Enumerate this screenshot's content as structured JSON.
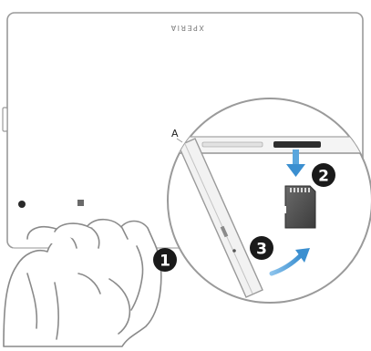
{
  "device": {
    "logo_text": "XPERIA",
    "zoom_marker": "A"
  },
  "steps": [
    {
      "number": "1",
      "action": "open-slot-cover"
    },
    {
      "number": "2",
      "action": "insert-memory-card"
    },
    {
      "number": "3",
      "action": "close-slot-cover"
    }
  ],
  "colors": {
    "outline": "#9a9a9a",
    "device_fill": "#ffffff",
    "badge": "#1a1a1a",
    "badge_text": "#ffffff",
    "arrow": "#3b8fd0",
    "card": "#555555"
  }
}
